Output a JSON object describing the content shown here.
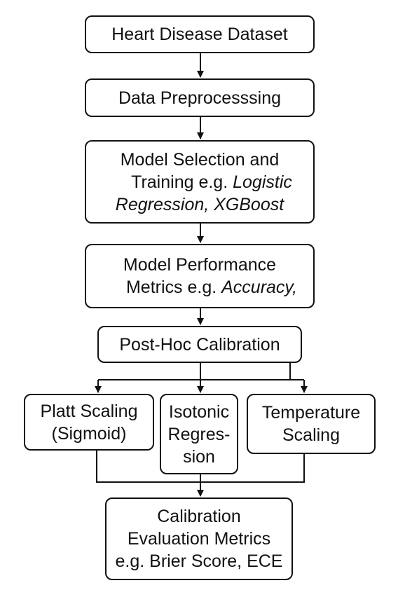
{
  "diagram": {
    "dataset": {
      "label": "Heart Disease Dataset"
    },
    "preprocessing": {
      "label": "Data Preprocesssing"
    },
    "model_selection": {
      "line1": "Model Selection and",
      "line2_plain": "Training e.g.",
      "line2_italic": "Logistic",
      "line3_italic": "Regression, XGBoost"
    },
    "performance": {
      "line1": "Model Performance",
      "line2_plain": "Metrics e.g.",
      "line2_italic": "Accuracy,"
    },
    "calibration": {
      "label": "Post-Hoc Calibration"
    },
    "platt": {
      "line1": "Platt Scaling",
      "line2": "(Sigmoid)"
    },
    "isotonic": {
      "line1": "Isotonic",
      "line2": "Regres-",
      "line3": "sion"
    },
    "temperature": {
      "line1": "Temperature",
      "line2": "Scaling"
    },
    "evaluation": {
      "line1": "Calibration",
      "line2": "Evaluation Metrics",
      "line3": "e.g. Brier Score, ECE"
    }
  }
}
